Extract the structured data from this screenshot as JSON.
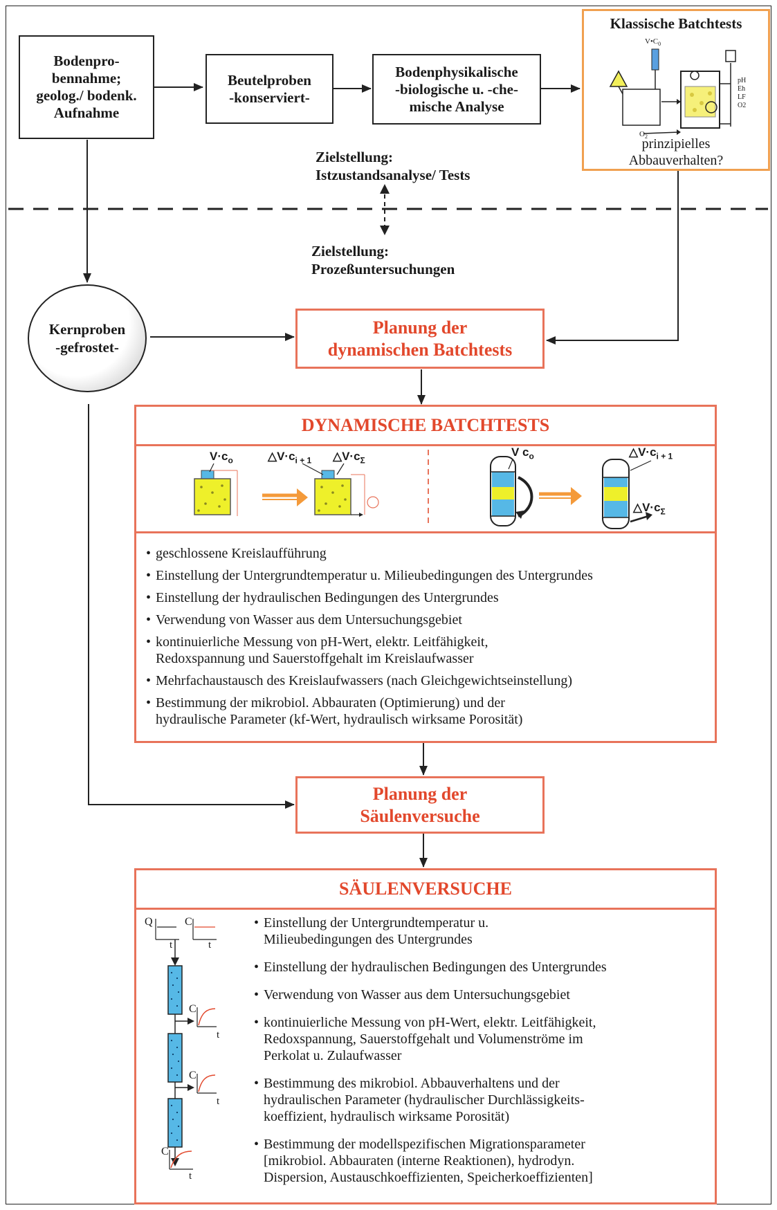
{
  "nodes": {
    "bodenproben": "Bodenpro-\nbennahme;\ngeolog./ bodenk.\nAufnahme",
    "beutelproben": "Beutelproben\n-konserviert-",
    "analyse": "Bodenphysikalische\n-biologische u. -che-\nmische Analyse",
    "klassische_title": "Klassische Batchtests",
    "klassische_question": "prinzipielles\nAbbauverhalten?",
    "kernproben": "Kernproben\n-gefrostet-",
    "planung_batch": "Planung der\ndynamischen Batchtests",
    "planung_saeulen": "Planung der\nSäulenversuche"
  },
  "zielstellung": {
    "top": "Zielstellung:\nIstzustandsanalyse/ Tests",
    "bottom": "Zielstellung:\nProzeßuntersuchungen"
  },
  "klassische_labels": {
    "vc0": "V•C",
    "sub0": "0",
    "o2": "O",
    "o2sub": "2",
    "ph": "pH",
    "eh": "Eh",
    "lf": "LF",
    "o2v": "O2"
  },
  "batch": {
    "title": "DYNAMISCHE BATCHTESTS",
    "vc": "V·c",
    "vc_sub": "o",
    "dvc_i": "△V·c",
    "dvc_i_sub": "i + 1",
    "dvc_sum": "△V·c",
    "dvc_sum_sub": "Σ",
    "col_vc": "V c",
    "col_vc_sub": "o",
    "col_dvc_i": "△V·c",
    "col_dvc_i_sub": "i + 1",
    "col_dvc_sum": "△V·c",
    "col_dvc_sum_sub": "Σ",
    "items": [
      "geschlossene Kreislaufführung",
      "Einstellung der Untergrundtemperatur u. Milieubedingungen des Untergrundes",
      "Einstellung der hydraulischen Bedingungen des Untergrundes",
      "Verwendung von Wasser aus dem Untersuchungsgebiet",
      "kontinuierliche Messung von pH-Wert, elektr. Leitfähigkeit,\nRedoxspannung und Sauerstoffgehalt im Kreislaufwasser",
      "Mehrfachaustausch des Kreislaufwassers (nach Gleichgewichtseinstellung)",
      "Bestimmung der mikrobiol. Abbauraten (Optimierung) und der\nhydraulische Parameter (kf-Wert, hydraulisch wirksame Porosität)"
    ]
  },
  "saeulen": {
    "title": "SÄULENVERSUCHE",
    "axis_q": "Q",
    "axis_c": "C",
    "axis_t": "t",
    "items": [
      "Einstellung der Untergrundtemperatur u.\nMilieubedingungen des Untergrundes",
      "Einstellung der hydraulischen Bedingungen des Untergrundes",
      "Verwendung von Wasser aus dem Untersuchungsgebiet",
      "kontinuierliche Messung von pH-Wert, elektr. Leitfähigkeit,\nRedoxspannung, Sauerstoffgehalt und Volumenströme im\nPerkolat u. Zulaufwasser",
      "Bestimmung des mikrobiol. Abbauverhaltens und der\nhydraulischen Parameter (hydraulischer Durchlässigkeits-\nkoeffizient, hydraulisch wirksame Porosität)",
      "Bestimmung der modellspezifischen Migrationsparameter\n[mikrobiol. Abbauraten (interne Reaktionen), hydrodyn.\nDispersion, Austauschkoeffizienten, Speicherkoeffizienten]"
    ]
  },
  "colors": {
    "accent": "#e2482c",
    "border_red": "#e8735a",
    "orange_border": "#f0a050",
    "soil_yellow": "#eef02a",
    "water_blue": "#56b8e6",
    "arrow_orange": "#f49a3a"
  }
}
